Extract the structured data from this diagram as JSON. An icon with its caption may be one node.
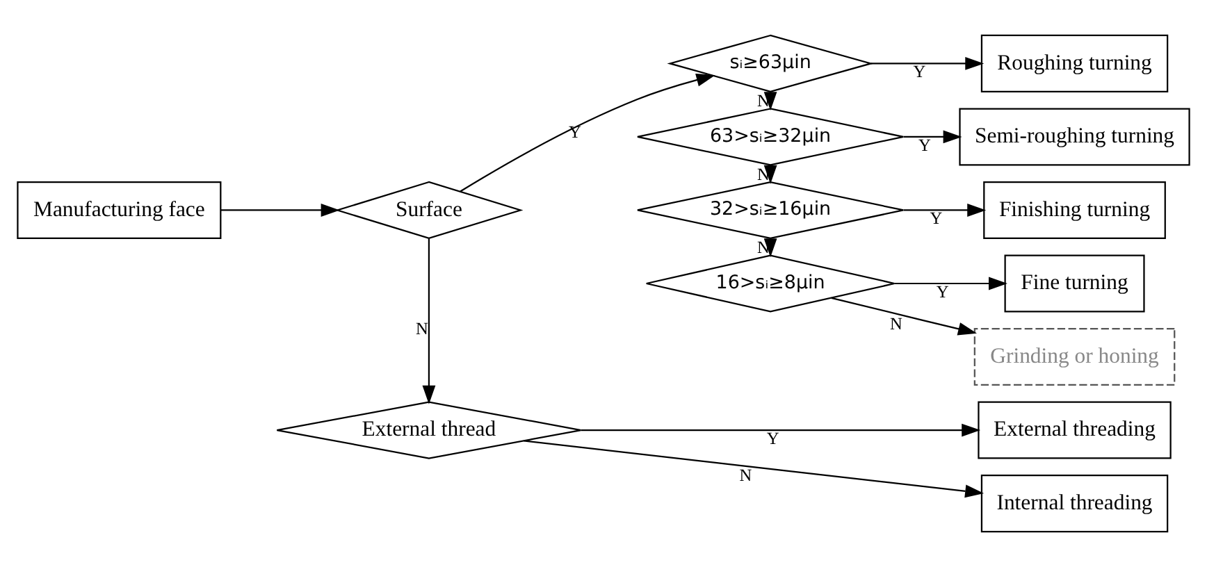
{
  "diagram": {
    "nodes": [
      {
        "text": [
          "Manufacturing face"
        ]
      },
      {
        "text": [
          "Surface"
        ]
      },
      {
        "text": [
          "sᵢ≥63μin"
        ]
      },
      {
        "text": [
          "Roughing turning"
        ]
      },
      {
        "text": [
          "63>sᵢ≥32μin"
        ]
      },
      {
        "text": [
          "Semi-roughing turning"
        ]
      },
      {
        "text": [
          "32>sᵢ≥16μin"
        ]
      },
      {
        "text": [
          "Finishing turning"
        ]
      },
      {
        "text": [
          "16>sᵢ≥8μin"
        ]
      },
      {
        "text": [
          "Fine turning"
        ]
      },
      {
        "text": [
          "Grinding or honing"
        ]
      },
      {
        "text": [
          "External thread"
        ]
      },
      {
        "text": [
          "External threading"
        ]
      },
      {
        "text": [
          "Internal threading"
        ]
      }
    ],
    "edges": [
      {
        "from": 0,
        "to": 1,
        "arrow": "to"
      },
      {
        "from": 1,
        "to": 2,
        "arrow": "to",
        "label": "Y"
      },
      {
        "from": 2,
        "to": 3,
        "arrow": "to",
        "label": "Y"
      },
      {
        "from": 2,
        "to": 4,
        "arrow": "to",
        "label": "N"
      },
      {
        "from": 4,
        "to": 5,
        "arrow": "to",
        "label": "Y"
      },
      {
        "from": 4,
        "to": 6,
        "arrow": "to",
        "label": "N"
      },
      {
        "from": 6,
        "to": 7,
        "arrow": "to",
        "label": "Y"
      },
      {
        "from": 6,
        "to": 8,
        "arrow": "to",
        "label": "N"
      },
      {
        "from": 8,
        "to": 9,
        "arrow": "to",
        "label": "Y"
      },
      {
        "from": 8,
        "to": 10,
        "arrow": "to",
        "label": "N"
      },
      {
        "from": 1,
        "to": 11,
        "arrow": "to",
        "label": "N"
      },
      {
        "from": 11,
        "to": 12,
        "arrow": "to",
        "label": "Y"
      },
      {
        "from": 11,
        "to": 13,
        "arrow": "to",
        "label": "N"
      }
    ]
  }
}
